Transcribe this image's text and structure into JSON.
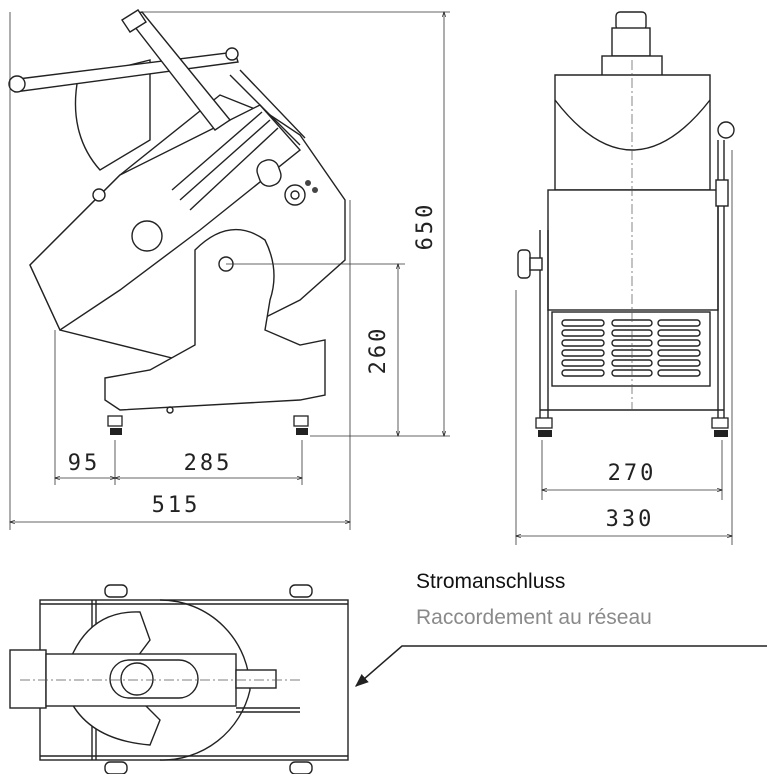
{
  "dimensions": {
    "side_offset": "95",
    "side_foot_span": "285",
    "side_total_width": "515",
    "side_axis_height": "260",
    "side_total_height": "650",
    "front_foot_span": "270",
    "front_total_width": "330"
  },
  "callout": {
    "label_de": "Stromanschluss",
    "label_fr": "Raccordement au réseau"
  },
  "colors": {
    "line": "#222222",
    "label_secondary": "#8a8a8a"
  }
}
